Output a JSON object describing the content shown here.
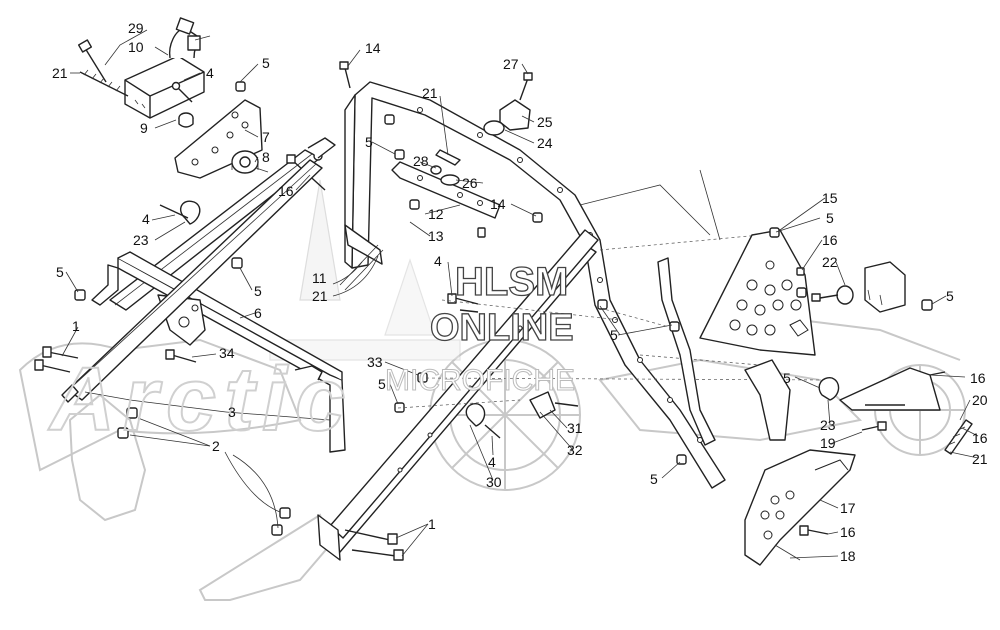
{
  "watermark": {
    "line1": "HLSM",
    "line2": "ONLINE",
    "line3": "MICROFICHE",
    "brand": "Arctic"
  },
  "callouts": [
    {
      "id": "29",
      "text": "29"
    },
    {
      "id": "10",
      "text": "10"
    },
    {
      "id": "21a",
      "text": "21"
    },
    {
      "id": "4a",
      "text": "4"
    },
    {
      "id": "5a",
      "text": "5"
    },
    {
      "id": "9",
      "text": "9"
    },
    {
      "id": "7",
      "text": "7"
    },
    {
      "id": "8",
      "text": "8"
    },
    {
      "id": "16a",
      "text": "16"
    },
    {
      "id": "4b",
      "text": "4"
    },
    {
      "id": "23a",
      "text": "23"
    },
    {
      "id": "5b",
      "text": "5"
    },
    {
      "id": "5c",
      "text": "5"
    },
    {
      "id": "6",
      "text": "6"
    },
    {
      "id": "1a",
      "text": "1"
    },
    {
      "id": "34",
      "text": "34"
    },
    {
      "id": "3",
      "text": "3"
    },
    {
      "id": "2",
      "text": "2"
    },
    {
      "id": "14a",
      "text": "14"
    },
    {
      "id": "21b",
      "text": "21"
    },
    {
      "id": "5d",
      "text": "5"
    },
    {
      "id": "28",
      "text": "28"
    },
    {
      "id": "12",
      "text": "12"
    },
    {
      "id": "13",
      "text": "13"
    },
    {
      "id": "11",
      "text": "11"
    },
    {
      "id": "21c",
      "text": "21"
    },
    {
      "id": "4c",
      "text": "4"
    },
    {
      "id": "27",
      "text": "27"
    },
    {
      "id": "25",
      "text": "25"
    },
    {
      "id": "24",
      "text": "24"
    },
    {
      "id": "26",
      "text": "26"
    },
    {
      "id": "14b",
      "text": "14"
    },
    {
      "id": "33",
      "text": "33"
    },
    {
      "id": "5e",
      "text": "5"
    },
    {
      "id": "5f",
      "text": "5"
    },
    {
      "id": "31",
      "text": "31"
    },
    {
      "id": "32",
      "text": "32"
    },
    {
      "id": "4d",
      "text": "4"
    },
    {
      "id": "30",
      "text": "30"
    },
    {
      "id": "1b",
      "text": "1"
    },
    {
      "id": "15",
      "text": "15"
    },
    {
      "id": "5g",
      "text": "5"
    },
    {
      "id": "16b",
      "text": "16"
    },
    {
      "id": "22",
      "text": "22"
    },
    {
      "id": "5h",
      "text": "5"
    },
    {
      "id": "5i",
      "text": "5"
    },
    {
      "id": "5j",
      "text": "5"
    },
    {
      "id": "16c",
      "text": "16"
    },
    {
      "id": "20",
      "text": "20"
    },
    {
      "id": "23b",
      "text": "23"
    },
    {
      "id": "19",
      "text": "19"
    },
    {
      "id": "16d",
      "text": "16"
    },
    {
      "id": "21d",
      "text": "21"
    },
    {
      "id": "5k",
      "text": "5"
    },
    {
      "id": "17",
      "text": "17"
    },
    {
      "id": "16e",
      "text": "16"
    },
    {
      "id": "18",
      "text": "18"
    }
  ]
}
